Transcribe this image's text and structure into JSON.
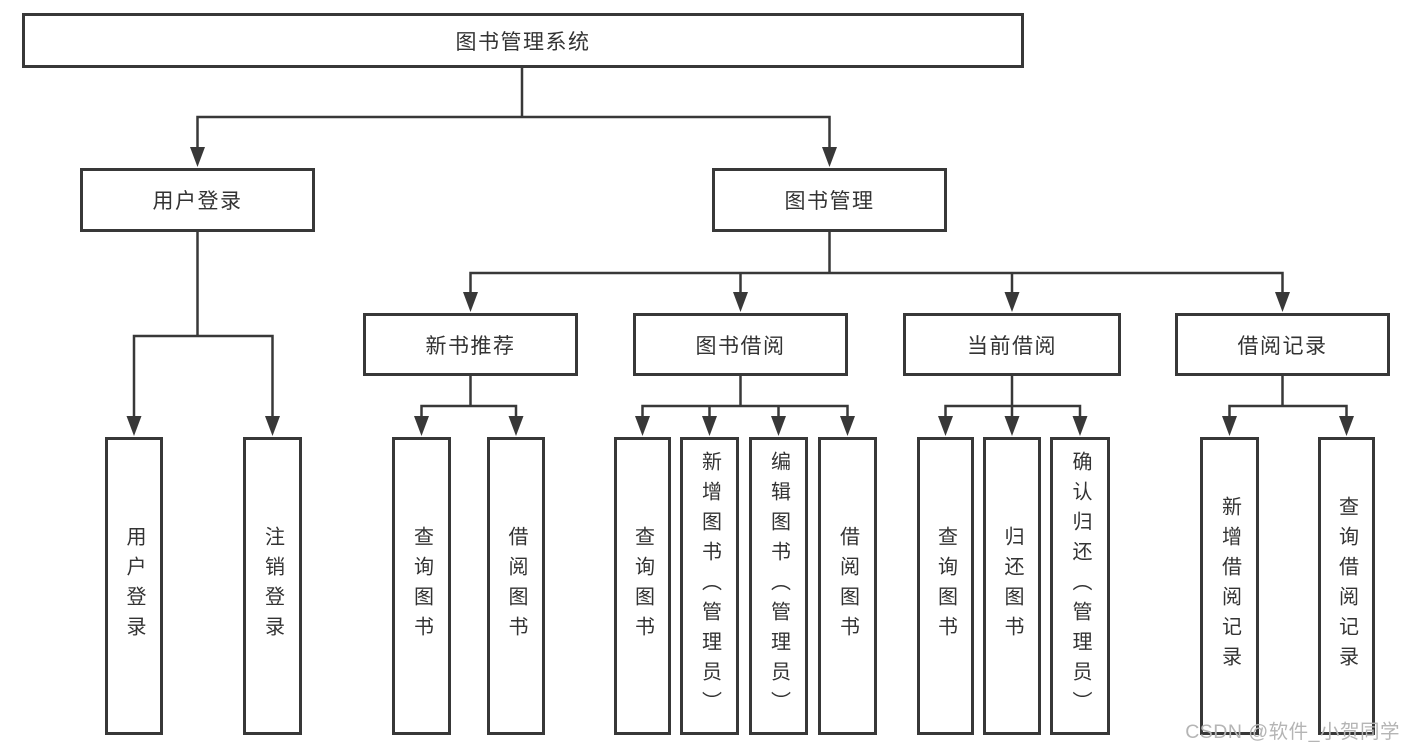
{
  "diagram": {
    "title": "图书管理系统",
    "colors": {
      "background": "#ffffff",
      "box_border": "#383838",
      "line": "#383838",
      "text": "#333333",
      "watermark": "#b5b5b5"
    },
    "nodes": {
      "root": {
        "label": "图书管理系统"
      },
      "user_login": {
        "label": "用户登录"
      },
      "book_management": {
        "label": "图书管理"
      },
      "new_book_recommend": {
        "label": "新书推荐"
      },
      "book_borrow": {
        "label": "图书借阅"
      },
      "current_borrow": {
        "label": "当前借阅"
      },
      "borrow_records": {
        "label": "借阅记录"
      },
      "leaf_user_login": {
        "label": "用户登录"
      },
      "leaf_logout": {
        "label": "注销登录"
      },
      "leaf_query_book_1": {
        "label": "查询图书"
      },
      "leaf_borrow_book_1": {
        "label": "借阅图书"
      },
      "leaf_query_book_2": {
        "label": "查询图书"
      },
      "leaf_add_book": {
        "label": "新增图书（管理员）"
      },
      "leaf_edit_book": {
        "label": "编辑图书（管理员）"
      },
      "leaf_borrow_book_2": {
        "label": "借阅图书"
      },
      "leaf_query_book_3": {
        "label": "查询图书"
      },
      "leaf_return_book": {
        "label": "归还图书"
      },
      "leaf_confirm_return": {
        "label": "确认归还（管理员）"
      },
      "leaf_add_borrow_record": {
        "label": "新增借阅记录"
      },
      "leaf_query_borrow_record": {
        "label": "查询借阅记录"
      }
    },
    "hierarchy": {
      "图书管理系统": {
        "用户登录": [
          "用户登录",
          "注销登录"
        ],
        "图书管理": {
          "新书推荐": [
            "查询图书",
            "借阅图书"
          ],
          "图书借阅": [
            "查询图书",
            "新增图书（管理员）",
            "编辑图书（管理员）",
            "借阅图书"
          ],
          "当前借阅": [
            "查询图书",
            "归还图书",
            "确认归还（管理员）"
          ],
          "借阅记录": [
            "新增借阅记录",
            "查询借阅记录"
          ]
        }
      }
    },
    "watermark": "CSDN @软件_小贺同学"
  }
}
